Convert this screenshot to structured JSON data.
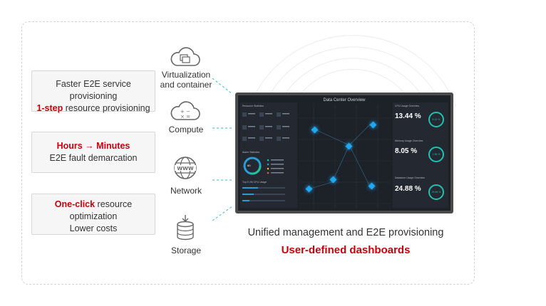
{
  "cards": [
    {
      "line1": "Faster E2E service provisioning",
      "line2_red": "1-step",
      "line2_rest": " resource provisioning"
    },
    {
      "line1_red": "Hours → Minutes",
      "line2": "E2E fault demarcation"
    },
    {
      "line1_red": "One-click",
      "line1_rest": " resource",
      "line2": "optimization",
      "line3": "Lower costs"
    }
  ],
  "icons": {
    "virtualization": {
      "label1": "Virtualization",
      "label2": "and container",
      "icon": "cloud-stack-icon"
    },
    "compute": {
      "label": "Compute",
      "icon": "cloud-calculator-icon"
    },
    "network": {
      "label": "Network",
      "icon": "globe-www-icon"
    },
    "storage": {
      "label": "Storage",
      "icon": "database-icon"
    }
  },
  "dashboard": {
    "title": "Data Center Overview",
    "left_header": "Resource Statistics",
    "alarm_header": "Alarm Statistics",
    "alarm_count": "60",
    "top_header": "Top 5 VM CPU Usage",
    "cpu_header": "CPU Usage Overview",
    "cpu_pct": "13.44 %",
    "cpu_ring": "8.21 %",
    "mem_header": "Memory Usage Overview",
    "mem_pct": "8.05 %",
    "mem_ring": "1.96 %",
    "disk_header": "Datastore Usage Overview",
    "disk_pct": "24.88 %",
    "disk_ring": "29.84 %"
  },
  "caption": {
    "line1": "Unified management and E2E provisioning",
    "line2": "User-defined dashboards"
  },
  "colors": {
    "accent_red": "#c7000b",
    "teal": "#3fb8c4"
  }
}
